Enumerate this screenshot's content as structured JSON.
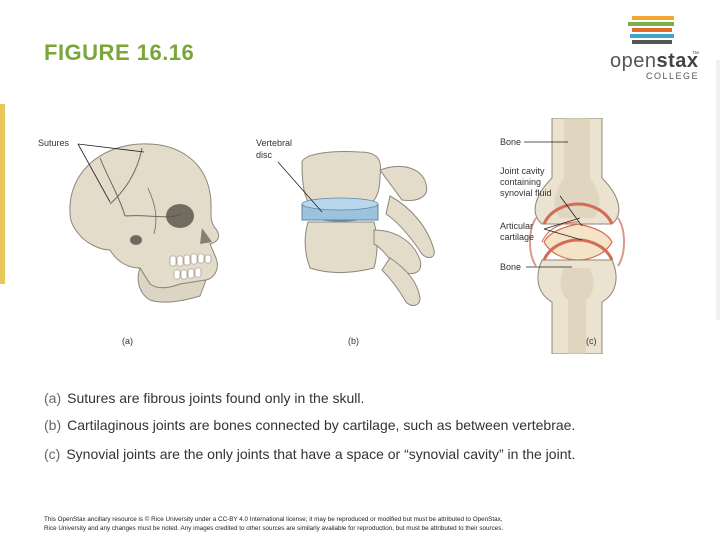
{
  "title": "FIGURE 16.16",
  "logo": {
    "word_light": "open",
    "word_bold": "stax",
    "tm": "™",
    "sub": "COLLEGE",
    "stripe_colors": [
      "#f0a830",
      "#78b04a",
      "#e26d2a",
      "#3ea6c8",
      "#555555"
    ]
  },
  "figure": {
    "label_sutures": "Sutures",
    "label_vertebral_line1": "Vertebral",
    "label_vertebral_line2": "disc",
    "label_bone_top": "Bone",
    "label_joint_cavity_line1": "Joint cavity",
    "label_joint_cavity_line2": "containing",
    "label_joint_cavity_line3": "synovial fluid",
    "label_articular_line1": "Articular",
    "label_articular_line2": "cartilage",
    "label_bone_bottom": "Bone",
    "panel_a": "(a)",
    "panel_b": "(b)",
    "panel_c": "(c)"
  },
  "captions": [
    {
      "label": "(a)",
      "text": "Sutures are fibrous joints found only in the skull."
    },
    {
      "label": "(b)",
      "text": "Cartilaginous joints are bones connected by cartilage, such as between vertebrae."
    },
    {
      "label": "(c)",
      "text": "Synovial joints are the only joints that have a space or “synovial cavity” in the joint."
    }
  ],
  "footer": {
    "line1": "This OpenStax ancillary resource is © Rice University under a CC-BY 4.0 International license; it may be reproduced or modified but must be attributed to OpenStax,",
    "line2": "Rice University and any changes must be noted. Any images credited to other sources are similarly available for reproduction, but must be attributed to their sources."
  }
}
